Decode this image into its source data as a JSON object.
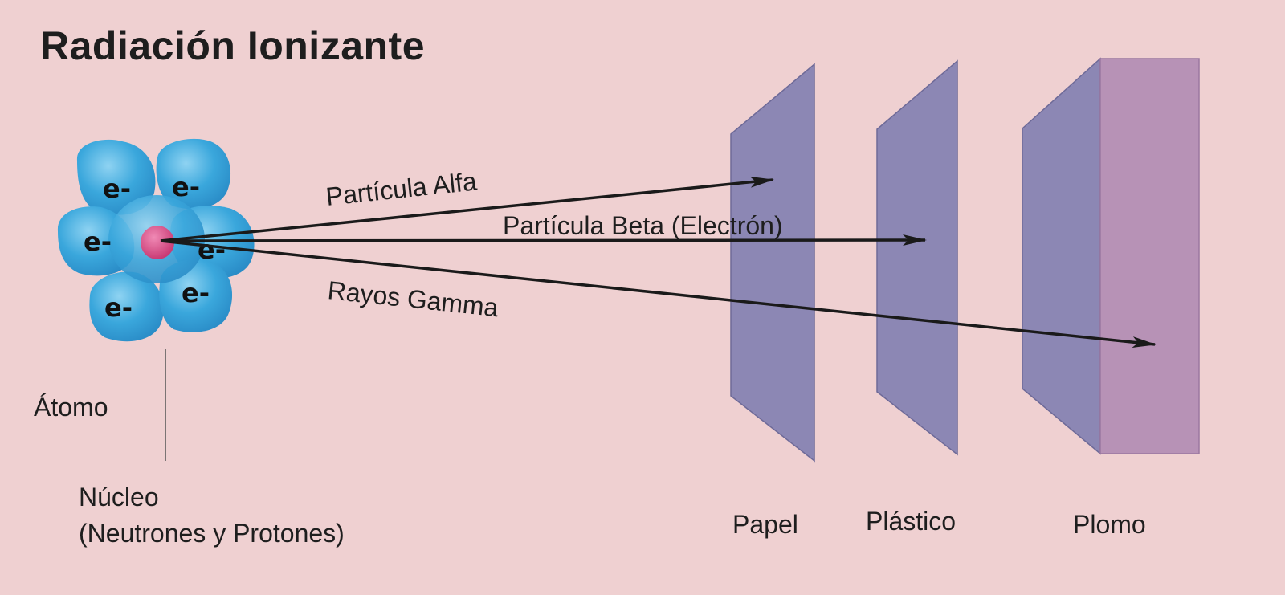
{
  "title": "Radiación Ionizante",
  "rays": {
    "alfa": "Partícula Alfa",
    "beta": "Partícula Beta (Electrón)",
    "gamma": "Rayos Gamma"
  },
  "atom": {
    "label": "Átomo",
    "electron_symbol": "e-",
    "nucleus_label_line1": "Núcleo",
    "nucleus_label_line2": "(Neutrones y Protones)"
  },
  "barriers": {
    "paper": "Papel",
    "plastic": "Plástico",
    "lead": "Plomo"
  },
  "colors": {
    "background": "#efd0d1",
    "electron_cloud": "#3aa7dc",
    "nucleus": "#d44a82",
    "barrier": "#8c87b4",
    "lead_face": "#b792b6",
    "arrow": "#1a1a1a"
  }
}
